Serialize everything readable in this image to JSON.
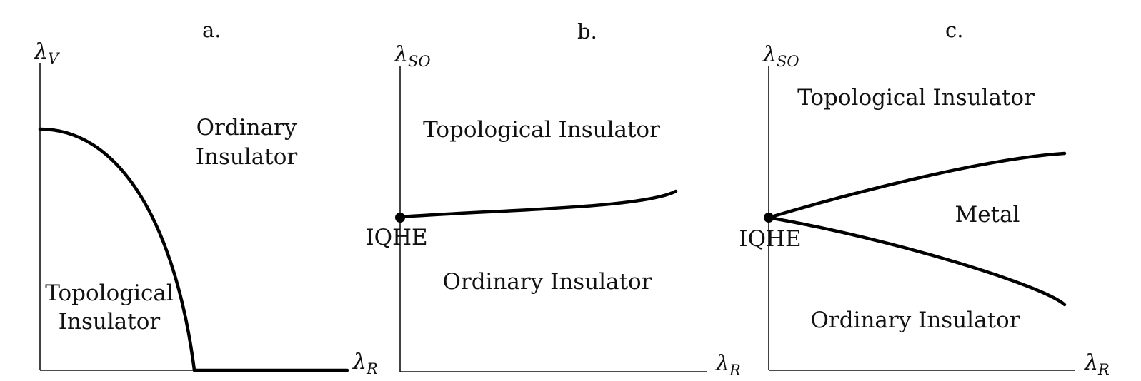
{
  "panels": [
    {
      "label": "a.",
      "y_axis": {
        "symbol": "λ",
        "subscript": "V"
      },
      "x_axis": {
        "symbol": "λ",
        "subscript": "R"
      },
      "regions": {
        "upper_line1": "Ordinary",
        "upper_line2": "Insulator",
        "lower_line1": "Topological",
        "lower_line2": "Insulator"
      }
    },
    {
      "label": "b.",
      "y_axis": {
        "symbol": "λ",
        "subscript": "SO"
      },
      "x_axis": {
        "symbol": "λ",
        "subscript": "R"
      },
      "regions": {
        "top": "Topological Insulator",
        "bottom": "Ordinary Insulator"
      },
      "point_label": "IQHE"
    },
    {
      "label": "c.",
      "y_axis": {
        "symbol": "λ",
        "subscript": "SO"
      },
      "x_axis": {
        "symbol": "λ",
        "subscript": "R"
      },
      "regions": {
        "top": "Topological Insulator",
        "middle": "Metal",
        "bottom": "Ordinary Insulator"
      },
      "point_label": "IQHE"
    }
  ]
}
